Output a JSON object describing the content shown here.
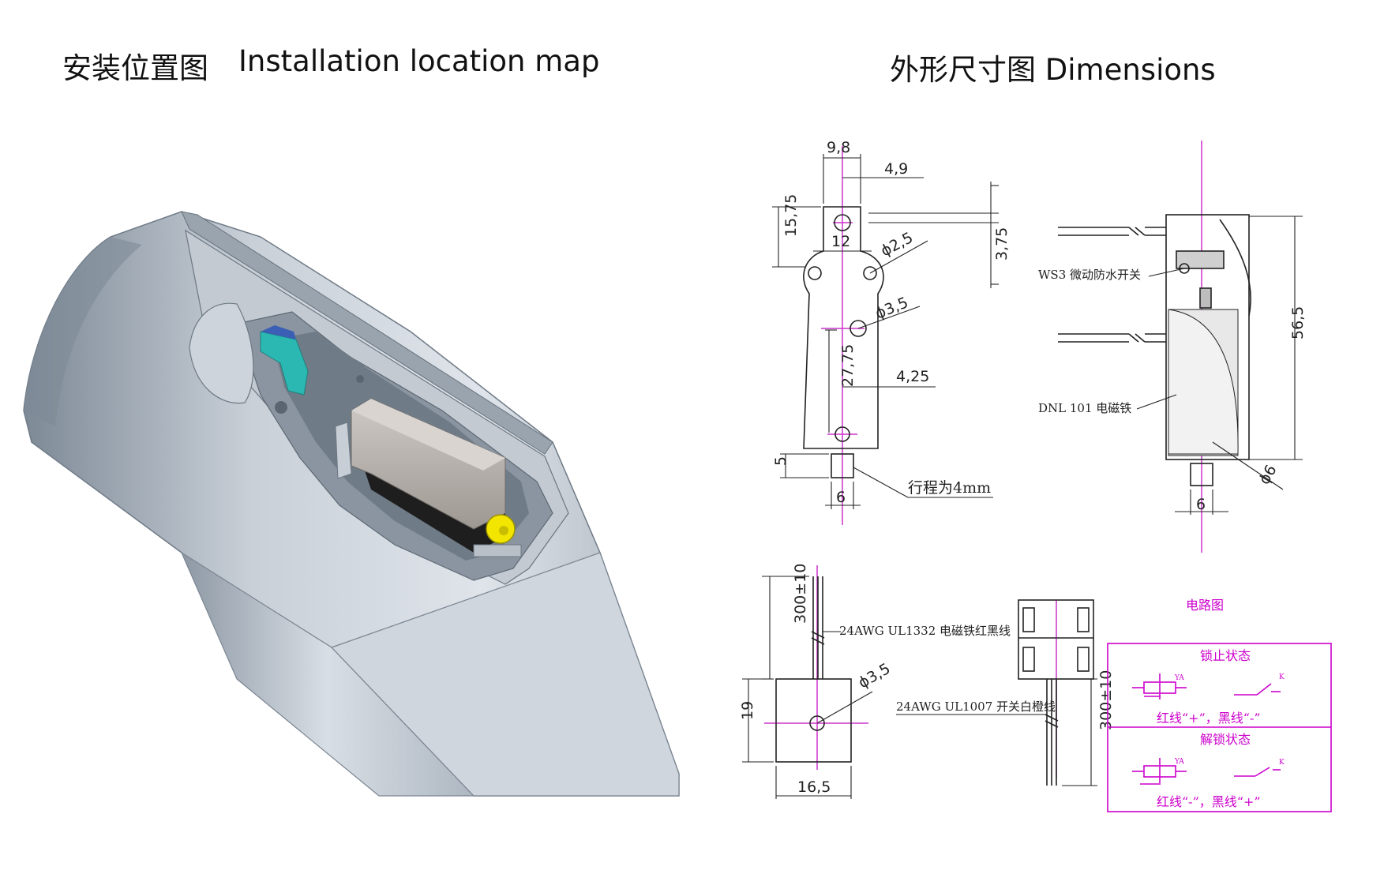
{
  "headings": {
    "install_cn": "安装位置图",
    "install_en": "Installation location map",
    "dimensions": "外形尺寸图 Dimensions"
  },
  "colors": {
    "centerline": "#cc33cc",
    "circuit": "#cc00cc",
    "switch_body": "#b5b0ac",
    "switch_base": "#1e1e1e",
    "plunger": "#f2e600",
    "actuator": "#2cb8b2"
  },
  "front_view": {
    "dims": [
      "9,8",
      "4,9",
      "15,75",
      "12",
      "ϕ2,5",
      "3,75",
      "ϕ3,5",
      "27,75",
      "4,25",
      "5",
      "6"
    ],
    "stroke_label": "行程为4mm"
  },
  "side_view": {
    "switch_label": "WS3 微动防水开关",
    "magnet_label": "DNL 101 电磁铁",
    "dims": [
      "56,5",
      "ϕ6",
      "6"
    ]
  },
  "bottom_left": {
    "dims": [
      "300±10",
      "ϕ3,5",
      "19",
      "16,5"
    ],
    "wire_label": "24AWG UL1332 电磁铁红黑线"
  },
  "bottom_mid": {
    "dims": [
      "300±10"
    ],
    "wire_label": "24AWG UL1007 开关白橙线"
  },
  "circuit": {
    "title": "电路图",
    "locked": {
      "title": "锁止状态",
      "ya": "YA",
      "k": "K",
      "note": "红线“+”，黑线“-”"
    },
    "unlocked": {
      "title": "解锁状态",
      "ya": "YA",
      "k": "K",
      "note": "红线“-”，黑线“+”"
    }
  }
}
